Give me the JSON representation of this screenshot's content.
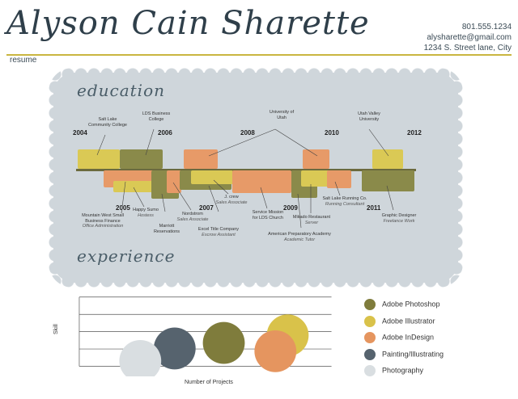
{
  "header": {
    "name": "Alyson Cain Sharette",
    "subtitle": "resume",
    "phone": "801.555.1234",
    "email": "alysharette@gmail.com",
    "address": "1234 S. Street lane, City"
  },
  "timeline": {
    "education_heading": "education",
    "experience_heading": "experience",
    "years_top": [
      "2004",
      "2006",
      "2008",
      "2010",
      "2012"
    ],
    "years_bottom": [
      "2005",
      "2007",
      "2009",
      "2011"
    ],
    "education": [
      {
        "name": "Salt Lake Community College"
      },
      {
        "name": "LDS Business College"
      },
      {
        "name": "University of Utah"
      },
      {
        "name": "Utah Valley University"
      }
    ],
    "experience": [
      {
        "name": "Mountain West Small Business Finance",
        "role": "Office Administration"
      },
      {
        "name": "Happy Sumo",
        "role": "Hostess"
      },
      {
        "name": "Marriott Reservations",
        "role": ""
      },
      {
        "name": "Nordstrom",
        "role": "Sales Associate"
      },
      {
        "name": "Excel Title Company",
        "role": "Escrow Assistant"
      },
      {
        "name": "J. crew",
        "role": "Sales Associate"
      },
      {
        "name": "Service Mission for LDS Church",
        "role": ""
      },
      {
        "name": "American Preparatory Academy",
        "role": "Academic Tutor"
      },
      {
        "name": "Mikado Restaurant",
        "role": "Server"
      },
      {
        "name": "Salt Lake Running Co.",
        "role": "Running Consultant"
      },
      {
        "name": "Graphic Designer",
        "role": "Freelance Work"
      }
    ]
  },
  "chart_data": {
    "type": "scatter",
    "xlabel": "Number of Projects",
    "ylabel": "Skill",
    "series": [
      {
        "name": "Adobe Photoshop",
        "color": "#7f7c3c",
        "x": 5,
        "y": 6.5
      },
      {
        "name": "Adobe Illustrator",
        "color": "#d9c24a",
        "x": 7.6,
        "y": 7.6
      },
      {
        "name": "Adobe InDesign",
        "color": "#e5955f",
        "x": 7.1,
        "y": 5.3
      },
      {
        "name": "Painting/Illustrating",
        "color": "#56636e",
        "x": 3,
        "y": 5.7
      },
      {
        "name": "Photography",
        "color": "#d9dee1",
        "x": 1.6,
        "y": 3.9
      }
    ]
  }
}
